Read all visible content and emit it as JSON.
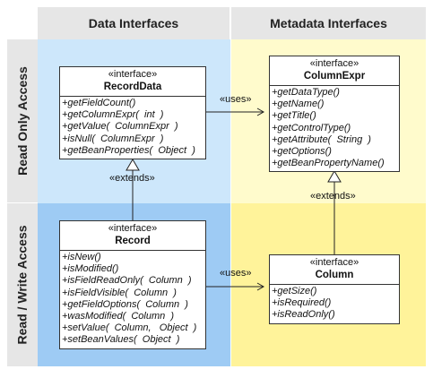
{
  "columns": {
    "left": "Data Interfaces",
    "right": "Metadata Interfaces"
  },
  "rows": {
    "top": "Read Only Access",
    "bottom": "Read / Write Access"
  },
  "colors": {
    "header_bg": "#e6e6e6",
    "cell_top_left": "#cde7fb",
    "cell_top_right": "#fffbcc",
    "cell_bottom_left": "#9ecbf4",
    "cell_bottom_right": "#fff39a"
  },
  "classes": {
    "record_data": {
      "stereotype": "«interface»",
      "name": "RecordData",
      "ops": [
        "+getFieldCount()",
        "+getColumnExpr(  int  )",
        "+getValue(  ColumnExpr  )",
        "+isNull(  ColumnExpr  )",
        "+getBeanProperties(  Object  )"
      ]
    },
    "column_expr": {
      "stereotype": "«interface»",
      "name": "ColumnExpr",
      "ops": [
        "+getDataType()",
        "+getName()",
        "+getTitle()",
        "+getControlType()",
        "+getAttribute(  String  )",
        "+getOptions()",
        "+getBeanPropertyName()"
      ]
    },
    "record": {
      "stereotype": "«interface»",
      "name": "Record",
      "ops": [
        "+isNew()",
        "+isModified()",
        "+isFieldReadOnly(  Column  )",
        "+isFieldVisible(  Column  )",
        "+getFieldOptions(  Column  )",
        "+wasModified(  Column  )",
        "+setValue(  Column,   Object  )",
        "+setBeanValues(  Object  )"
      ]
    },
    "column": {
      "stereotype": "«interface»",
      "name": "Column",
      "ops": [
        "+getSize()",
        "+isRequired()",
        "+isReadOnly()"
      ]
    }
  },
  "relations": {
    "uses_top": "«uses»",
    "uses_bottom": "«uses»",
    "extends_left": "«extends»",
    "extends_right": "«extends»"
  }
}
